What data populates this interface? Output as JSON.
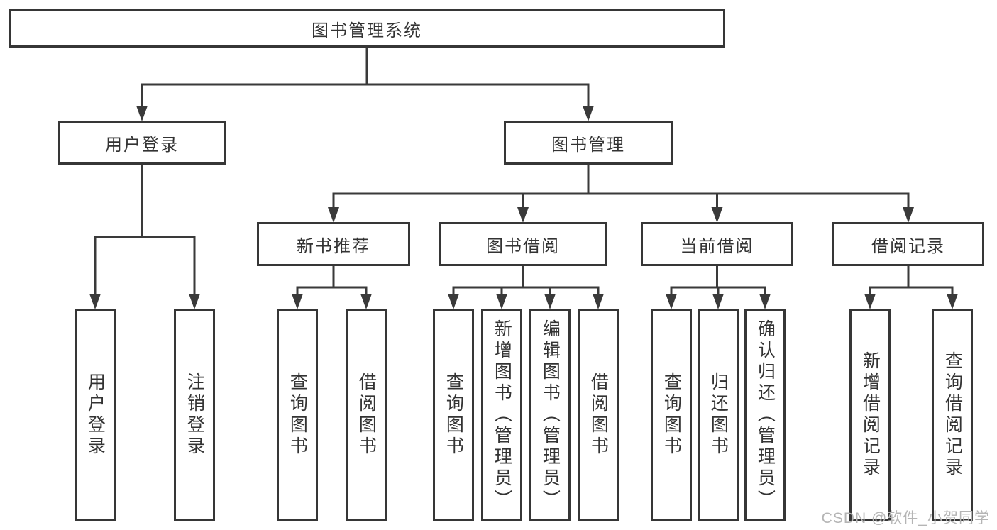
{
  "nodes": {
    "root": {
      "label": "图书管理系统"
    },
    "user_login": {
      "label": "用户登录"
    },
    "book_management": {
      "label": "图书管理"
    },
    "new_book_recommend": {
      "label": "新书推荐"
    },
    "book_borrowing": {
      "label": "图书借阅"
    },
    "current_borrowing": {
      "label": "当前借阅"
    },
    "borrowing_records": {
      "label": "借阅记录"
    },
    "leaf_user_login": {
      "label": "用户登录"
    },
    "leaf_logout": {
      "label": "注销登录"
    },
    "leaf_query_books_recommend": {
      "label": "查询图书"
    },
    "leaf_borrow_books_recommend": {
      "label": "借阅图书"
    },
    "leaf_query_books_borrowing": {
      "label": "查询图书"
    },
    "leaf_add_books_admin": {
      "label": "新增图书（管理员）"
    },
    "leaf_edit_books_admin": {
      "label": "编辑图书（管理员）"
    },
    "leaf_borrow_books_borrowing": {
      "label": "借阅图书"
    },
    "leaf_query_books_current": {
      "label": "查询图书"
    },
    "leaf_return_books": {
      "label": "归还图书"
    },
    "leaf_confirm_return_admin": {
      "label": "确认归还（管理员）"
    },
    "leaf_add_borrow_record": {
      "label": "新增借阅记录"
    },
    "leaf_query_borrow_record": {
      "label": "查询借阅记录"
    }
  },
  "edges": [
    [
      "图书管理系统",
      "用户登录"
    ],
    [
      "图书管理系统",
      "图书管理"
    ],
    [
      "用户登录",
      "用户登录"
    ],
    [
      "用户登录",
      "注销登录"
    ],
    [
      "图书管理",
      "新书推荐"
    ],
    [
      "图书管理",
      "图书借阅"
    ],
    [
      "图书管理",
      "当前借阅"
    ],
    [
      "图书管理",
      "借阅记录"
    ],
    [
      "新书推荐",
      "查询图书"
    ],
    [
      "新书推荐",
      "借阅图书"
    ],
    [
      "图书借阅",
      "查询图书"
    ],
    [
      "图书借阅",
      "新增图书（管理员）"
    ],
    [
      "图书借阅",
      "编辑图书（管理员）"
    ],
    [
      "图书借阅",
      "借阅图书"
    ],
    [
      "当前借阅",
      "查询图书"
    ],
    [
      "当前借阅",
      "归还图书"
    ],
    [
      "当前借阅",
      "确认归还（管理员）"
    ],
    [
      "借阅记录",
      "新增借阅记录"
    ],
    [
      "借阅记录",
      "查询借阅记录"
    ]
  ],
  "watermark": {
    "text": "CSDN @软件_小贺同学"
  },
  "colors": {
    "line": "#3a3a3a",
    "box_border": "#363636",
    "text": "#333333",
    "watermark": "#b5b5b5",
    "background": "#ffffff"
  }
}
